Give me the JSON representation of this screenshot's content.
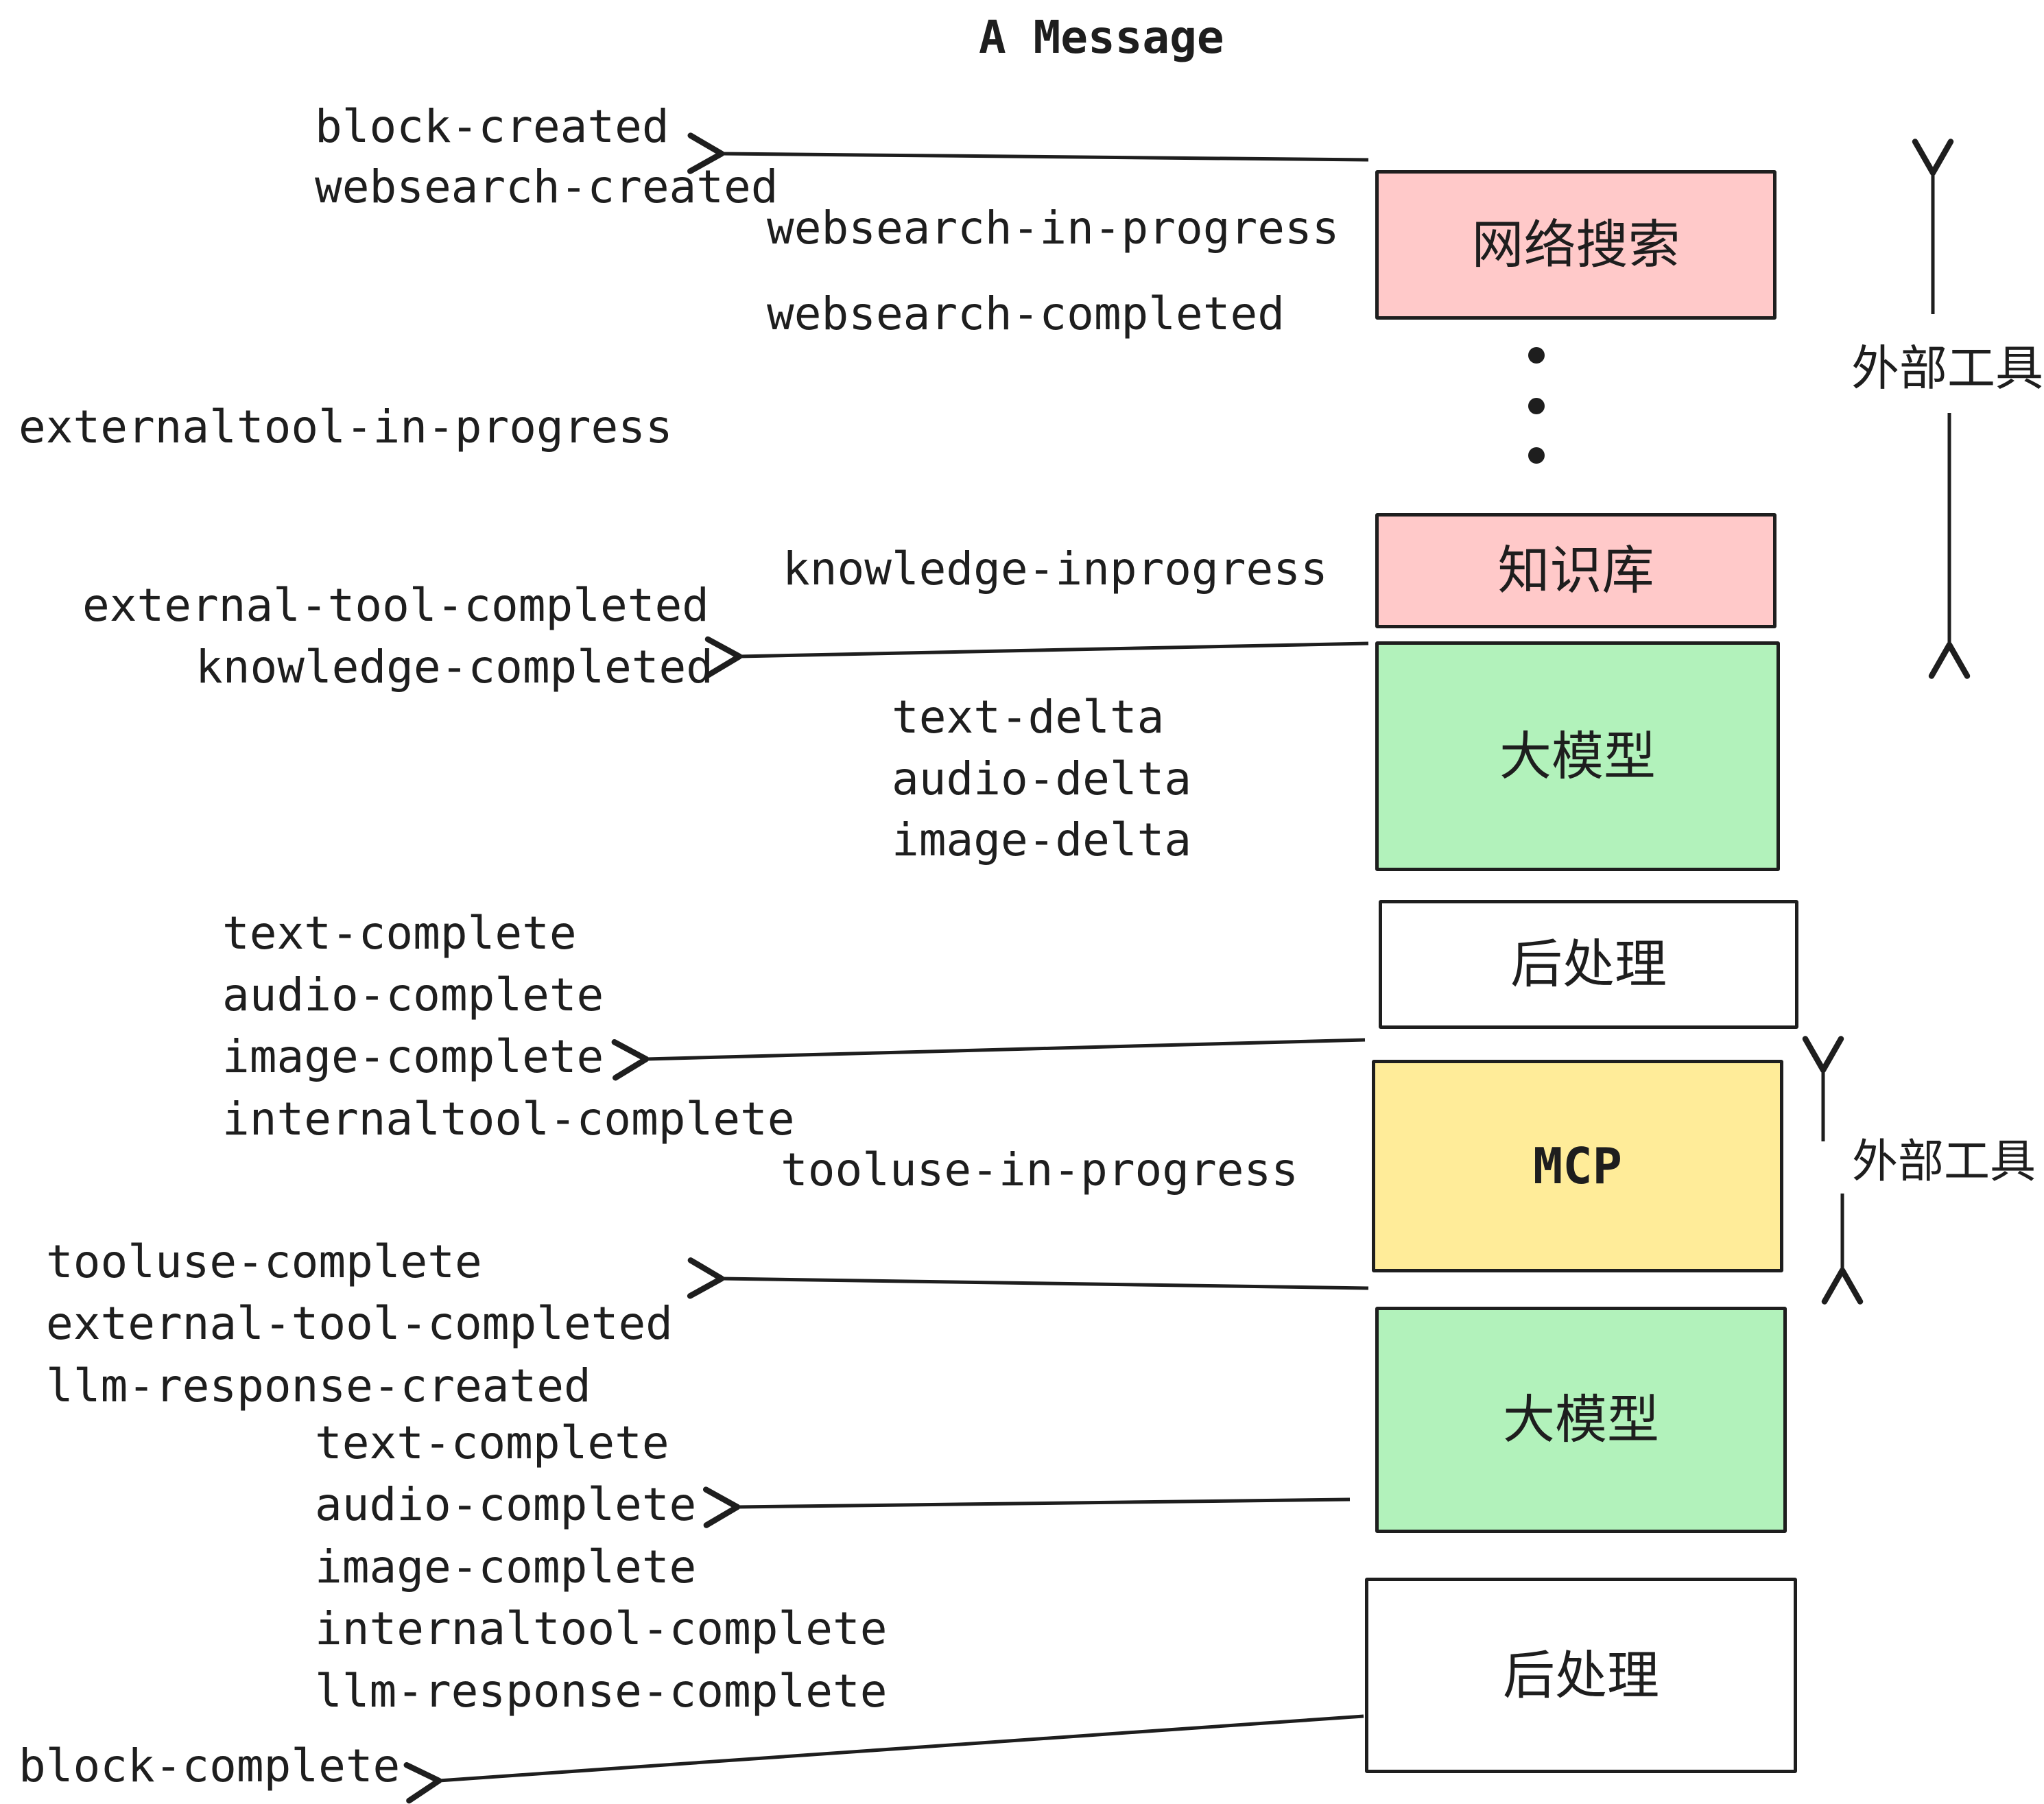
{
  "title": "A Message",
  "colors": {
    "ink": "#1e1e1e",
    "pink": "#ffc9c9",
    "green": "#b2f2bb",
    "yellow": "#ffec99",
    "white": "#ffffff"
  },
  "events": [
    {
      "text": "block-created"
    },
    {
      "text": "websearch-created"
    },
    {
      "text": "websearch-in-progress"
    },
    {
      "text": "websearch-completed"
    },
    {
      "text": "externaltool-in-progress"
    },
    {
      "text": "knowledge-inprogress"
    },
    {
      "text": "external-tool-completed"
    },
    {
      "text": "knowledge-completed"
    },
    {
      "text": "text-delta"
    },
    {
      "text": "audio-delta"
    },
    {
      "text": "image-delta"
    },
    {
      "text": "text-complete"
    },
    {
      "text": "audio-complete"
    },
    {
      "text": "image-complete"
    },
    {
      "text": "internaltool-complete"
    },
    {
      "text": "tooluse-in-progress"
    },
    {
      "text": "tooluse-complete"
    },
    {
      "text": "external-tool-completed"
    },
    {
      "text": "llm-response-created"
    },
    {
      "text": "text-complete"
    },
    {
      "text": "audio-complete"
    },
    {
      "text": "image-complete"
    },
    {
      "text": "internaltool-complete"
    },
    {
      "text": "llm-response-complete"
    },
    {
      "text": "block-complete"
    }
  ],
  "boxes": [
    {
      "id": "websearch",
      "label": "网络搜索",
      "fill": "pink"
    },
    {
      "id": "knowledge",
      "label": "知识库",
      "fill": "pink"
    },
    {
      "id": "llm-1",
      "label": "大模型",
      "fill": "green"
    },
    {
      "id": "postprocess-1",
      "label": "后处理",
      "fill": "white"
    },
    {
      "id": "mcp",
      "label": "MCP",
      "fill": "yellow"
    },
    {
      "id": "llm-2",
      "label": "大模型",
      "fill": "green"
    },
    {
      "id": "postprocess-2",
      "label": "后处理",
      "fill": "white"
    }
  ],
  "side_labels": [
    {
      "text": "外部工具"
    },
    {
      "text": "外部工具"
    }
  ]
}
